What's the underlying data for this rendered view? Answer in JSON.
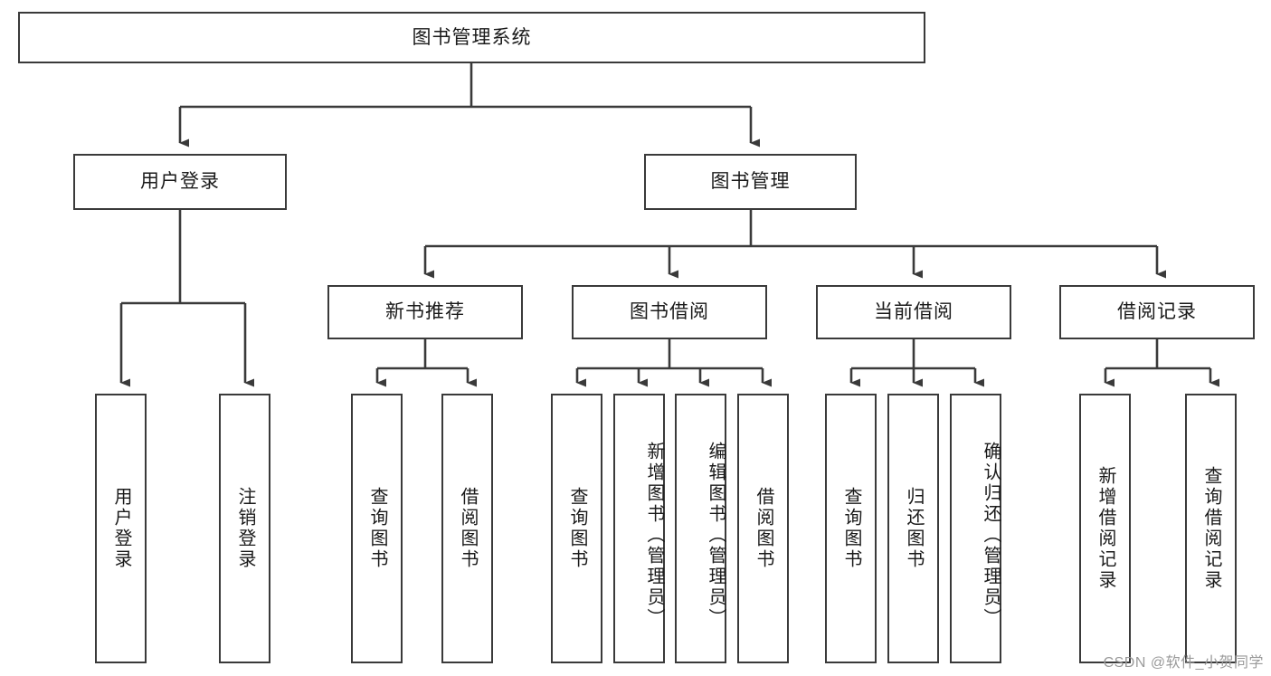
{
  "diagram": {
    "title_node": {
      "label": "图书管理系统"
    },
    "level2": [
      {
        "id": "user-login",
        "label": "用户登录"
      },
      {
        "id": "book-management",
        "label": "图书管理"
      }
    ],
    "level3": [
      {
        "id": "new-book-recommend",
        "label": "新书推荐"
      },
      {
        "id": "book-borrow",
        "label": "图书借阅"
      },
      {
        "id": "current-borrow",
        "label": "当前借阅"
      },
      {
        "id": "borrow-record",
        "label": "借阅记录"
      }
    ],
    "leaves": {
      "user_login": [
        {
          "id": "leaf-user-login",
          "label": "用户登录"
        },
        {
          "id": "leaf-logout-login",
          "label": "注销登录"
        }
      ],
      "new_book_recommend": [
        {
          "id": "leaf-query-book-1",
          "label": "查询图书"
        },
        {
          "id": "leaf-borrow-book-1",
          "label": "借阅图书"
        }
      ],
      "book_borrow": [
        {
          "id": "leaf-query-book-2",
          "label": "查询图书"
        },
        {
          "id": "leaf-add-book",
          "label": "新增图书（管理员）"
        },
        {
          "id": "leaf-edit-book",
          "label": "编辑图书（管理员）"
        },
        {
          "id": "leaf-borrow-book-2",
          "label": "借阅图书"
        }
      ],
      "current_borrow": [
        {
          "id": "leaf-query-book-3",
          "label": "查询图书"
        },
        {
          "id": "leaf-return-book",
          "label": "归还图书"
        },
        {
          "id": "leaf-confirm-return",
          "label": "确认归还（管理员）"
        }
      ],
      "borrow_record": [
        {
          "id": "leaf-add-borrow-record",
          "label": "新增借阅记录"
        },
        {
          "id": "leaf-query-borrow-record",
          "label": "查询借阅记录"
        }
      ]
    }
  },
  "watermark": {
    "text": "CSDN @软件_小贺同学"
  },
  "colors": {
    "stroke": "#3a3a3a",
    "fill": "#ffffff",
    "text": "#1a1a1a",
    "watermark": "#9a9a9a"
  }
}
